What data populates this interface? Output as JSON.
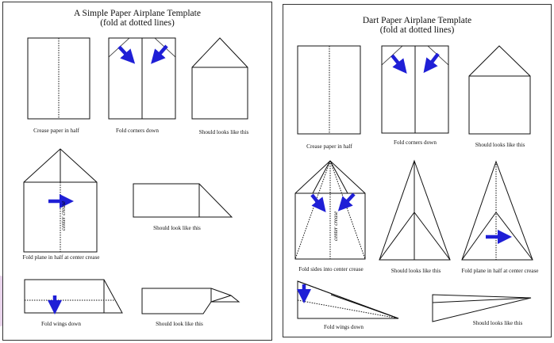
{
  "left_template": {
    "title_line1": "A Simple Paper Airplane Template",
    "title_line2": "(fold at dotted lines)",
    "captions": {
      "step1": "Crease paper in half",
      "step2": "Fold corners down",
      "step3": "Should looks like this",
      "step4": "Fold plane in half at center crease",
      "step5": "Should look like this",
      "step6": "Fold wings down",
      "step7": "Should look like this"
    },
    "center_crease_label": "center crease"
  },
  "right_template": {
    "title_line1": "Dart Paper Airplane Template",
    "title_line2": "(fold at dotted lines)",
    "captions": {
      "step1": "Crease paper in half",
      "step2": "Fold corners down",
      "step3": "Should looks like this",
      "step4": "Fold sides into center crease",
      "step5": "Should looks like this",
      "step6": "Fold plane in half at center crease",
      "step7": "Fold wings down",
      "step8": "Should looks like this"
    },
    "center_crease_label": "center crease"
  },
  "colors": {
    "arrow": "#1f1fd6",
    "line": "#111111",
    "panel_border": "#333333",
    "corner_decoration": "#ead5ec"
  }
}
